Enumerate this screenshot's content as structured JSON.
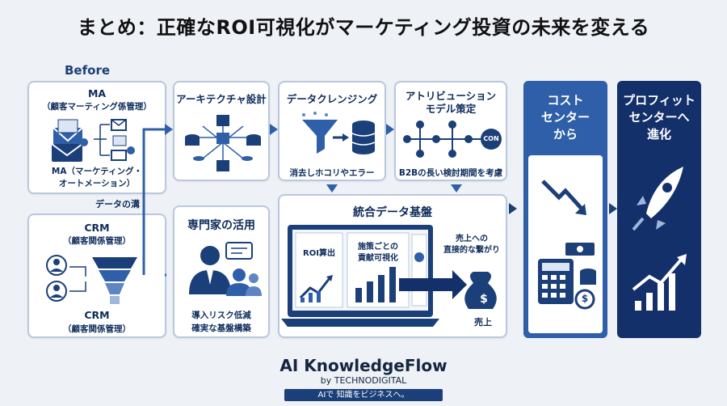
{
  "title": "まとめ：正確なROI可視化がマーケティング投資の未来を変える",
  "before_label": "Before",
  "ma_box": {
    "title": "MA",
    "subtitle": "（顧客マーティング係管理）",
    "bottom": "MA（マーケティング・",
    "bottom2": "オートメーション）"
  },
  "moat_label": "データの溝",
  "crm_box": {
    "title": "CRM",
    "subtitle": "（顧客関係管理）",
    "bottom": "CRM",
    "bottom2": "（顧客関係管理）"
  },
  "steps": {
    "architecture": "アーキテクチャ設計",
    "cleansing": "データクレンジング",
    "cleansing_caption": "消去しホコリやエラー",
    "attribution": "アトリビューション",
    "attribution2": "モデル策定",
    "attribution_caption": "B2Bの長い検討期間を考慮",
    "con_label": "CON"
  },
  "expert": {
    "title": "専門家の活用",
    "caption1": "導入リスク低減",
    "caption2": "確実な基盤構築"
  },
  "platform": {
    "title": "統合データ基盤",
    "roi": "ROI算出",
    "contrib1": "施策ごとの",
    "contrib2": "貢献可視化",
    "link1": "売上への",
    "link2": "直接的な繋がり",
    "sales": "売上"
  },
  "cost_column": {
    "line1": "コスト",
    "line2": "センター",
    "line3": "から"
  },
  "profit_column": {
    "line1": "プロフィット",
    "line2": "センターへ",
    "line3": "進化"
  },
  "logo": {
    "name": "AI KnowledgeFlow",
    "by": "by TECHNODIGITAL",
    "tagline": "AIで 知識をビジネスへ。"
  },
  "colors": {
    "navy": "#1b3f78",
    "dark_navy": "#13306a",
    "mid_blue": "#2e5fa8",
    "border": "#b9c8de"
  }
}
